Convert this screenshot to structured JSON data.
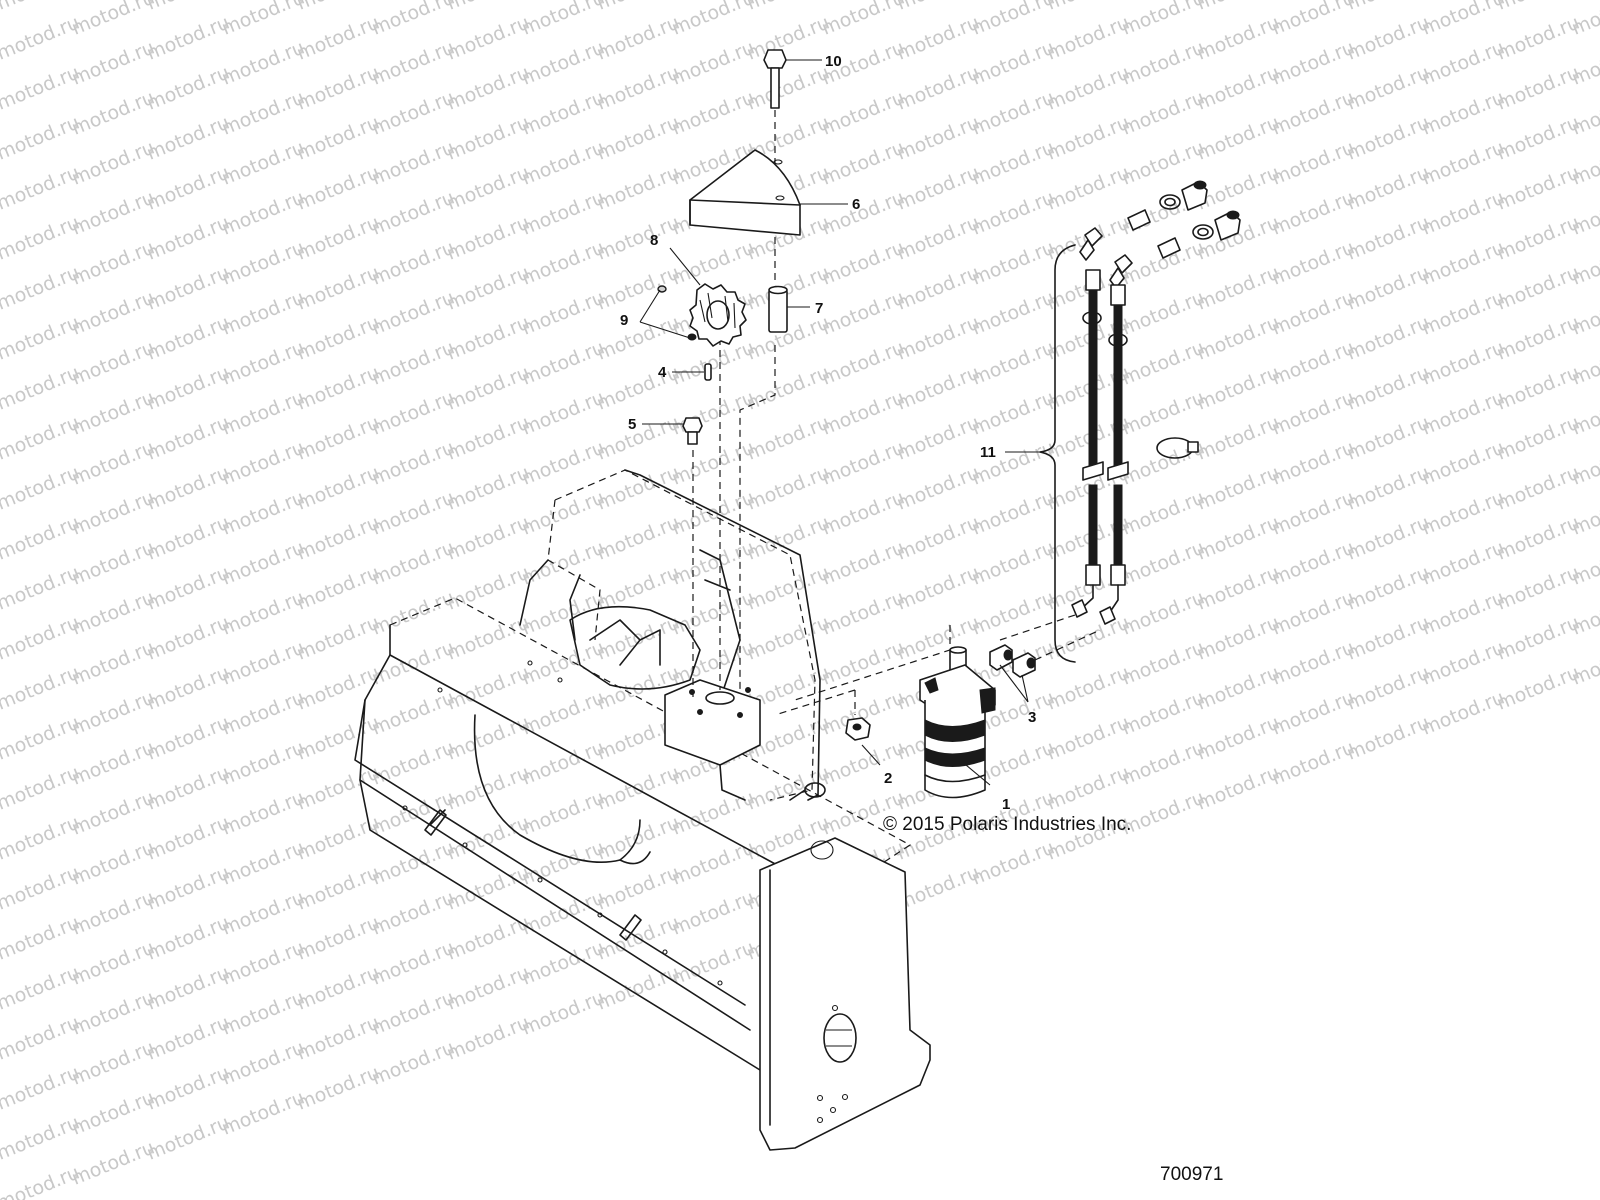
{
  "watermark": "motod.ru",
  "copyright": "© 2015 Polaris Industries Inc.",
  "figure_number": "700971",
  "callouts": [
    "1",
    "2",
    "3",
    "4",
    "5",
    "6",
    "7",
    "8",
    "9",
    "10",
    "11"
  ]
}
